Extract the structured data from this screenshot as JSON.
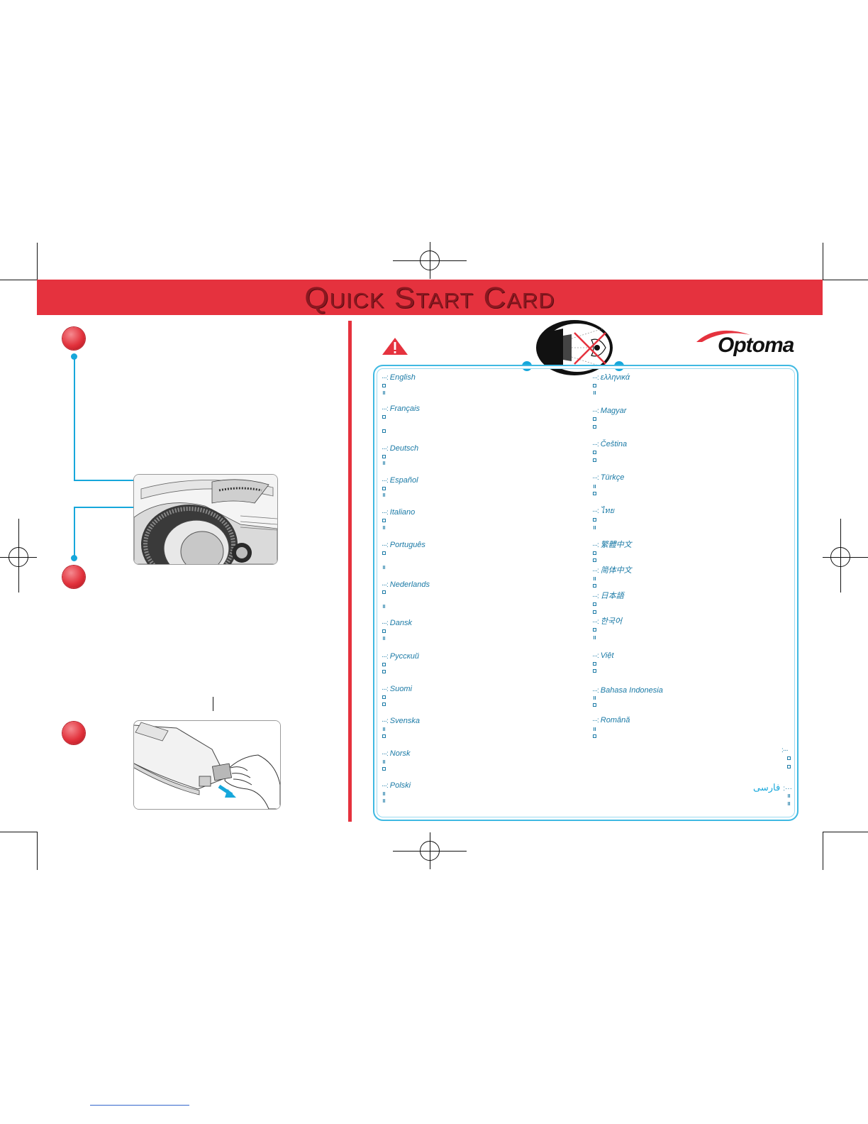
{
  "banner": {
    "title": "Quick Start Card",
    "color": "#e5323e"
  },
  "brand": {
    "logo_text": "Optoma"
  },
  "colors": {
    "accent": "#16a7db",
    "banner_red": "#e5323e",
    "language_text": "#1b7aa6"
  },
  "icons": {
    "warning": "warning-triangle-icon",
    "eye_warning": "do-not-look-into-lens-icon",
    "step": "red-step-dot-icon"
  },
  "languages_left": [
    {
      "label": "English"
    },
    {
      "label": "Français"
    },
    {
      "label": "Deutsch"
    },
    {
      "label": "Español"
    },
    {
      "label": "Italiano"
    },
    {
      "label": "Português"
    },
    {
      "label": "Nederlands"
    },
    {
      "label": "Dansk"
    },
    {
      "label": "Русский"
    },
    {
      "label": "Suomi"
    },
    {
      "label": "Svenska"
    },
    {
      "label": "Norsk"
    },
    {
      "label": "Polski"
    }
  ],
  "languages_right": [
    {
      "label": "ελληνικά"
    },
    {
      "label": "Magyar"
    },
    {
      "label": "Čeština"
    },
    {
      "label": "Türkçe"
    },
    {
      "label": "ไทย"
    },
    {
      "label": "繁體中文"
    },
    {
      "label": "简体中文"
    },
    {
      "label": "日本語"
    },
    {
      "label": "한국어"
    },
    {
      "label": "Việt"
    },
    {
      "label": "Bahasa Indonesia"
    },
    {
      "label": "Română"
    }
  ],
  "languages_far_right": [
    {
      "label": "فارسی"
    }
  ]
}
